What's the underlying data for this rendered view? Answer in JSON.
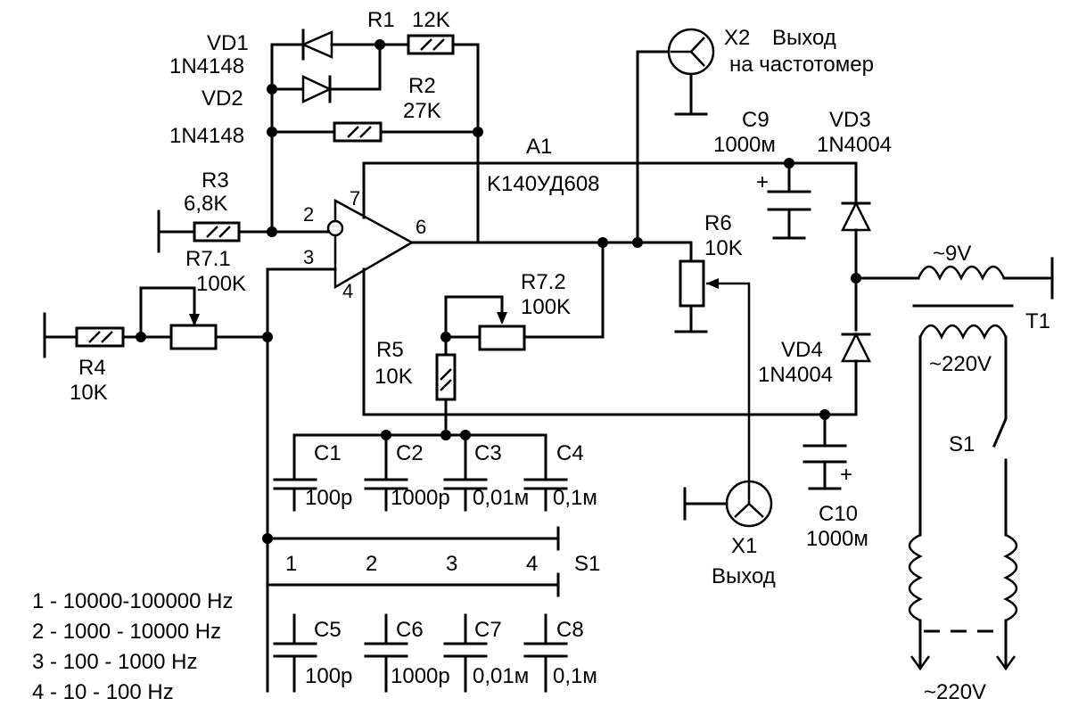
{
  "labels": {
    "vd1": "VD1",
    "vd1_type": "1N4148",
    "vd2": "VD2",
    "vd2_type": "1N4148",
    "r1": "R1",
    "r1_val": "12K",
    "r2": "R2",
    "r2_val": "27K",
    "r3": "R3",
    "r3_val": "6,8K",
    "r71": "R7.1",
    "r71_val": "100K",
    "r4": "R4",
    "r4_val": "10K",
    "r72": "R7.2",
    "r72_val": "100K",
    "r5": "R5",
    "r5_val": "10K",
    "r6": "R6",
    "r6_val": "10K",
    "a1": "A1",
    "a1_type": "K140УД608",
    "x2": "X2",
    "x2_text1": "Выход",
    "x2_text2": "на частотомер",
    "x1": "X1",
    "x1_text": "Выход",
    "c9": "C9",
    "c9_val": "1000м",
    "c10": "C10",
    "c10_val": "1000м",
    "vd3": "VD3",
    "vd3_type": "1N4004",
    "vd4": "VD4",
    "vd4_type": "1N4004",
    "t1": "T1",
    "v9": "~9V",
    "v220a": "~220V",
    "v220b": "~220V",
    "s1_sw": "S1",
    "s1_range": "S1",
    "c1": "C1",
    "c2": "C2",
    "c3": "C3",
    "c4": "C4",
    "c5": "C5",
    "c6": "C6",
    "c7": "C7",
    "c8": "C8",
    "c1_val": "100p",
    "c2_val": "1000p",
    "c3_val": "0,01м",
    "c4_val": "0,1м",
    "c5_val": "100p",
    "c6_val": "1000p",
    "c7_val": "0,01м",
    "c8_val": "0,1м",
    "pin2": "2",
    "pin3": "3",
    "pin4": "4",
    "pin6": "6",
    "pin7": "7",
    "plus_c9": "+",
    "plus_c10": "+",
    "sw_pos1": "1",
    "sw_pos2": "2",
    "sw_pos3": "3",
    "sw_pos4": "4"
  },
  "ranges": [
    "1 - 10000-100000 Hz",
    "2 - 1000 - 10000 Hz",
    "3 - 100 - 1000 Hz",
    "4 - 10 - 100 Hz"
  ]
}
